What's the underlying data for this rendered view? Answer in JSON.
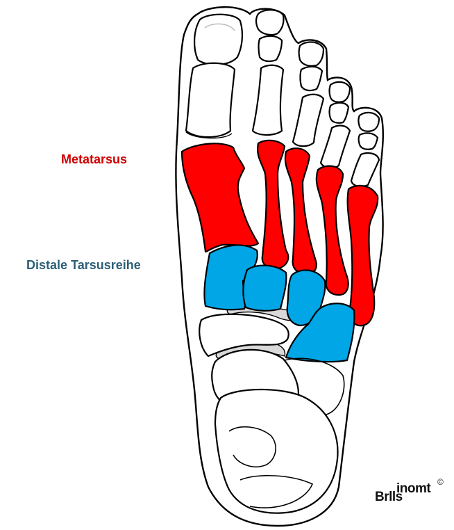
{
  "labels": {
    "metatarsus": "Metatarsus",
    "distal_tarsal_row": "Distale Tarsusreihe"
  },
  "logo": {
    "line1": "inomt",
    "line2": "Brlls",
    "copyright": "©"
  },
  "colors": {
    "metatarsus": "#ff0000",
    "metatarsus_label": "#cc0000",
    "distal_tarsal_row": "#00a6e6",
    "distal_tarsal_label": "#2c5f78",
    "joint_cartilage": "#d9d9d9",
    "bone_outline": "#000000",
    "bone_fill": "#ffffff"
  }
}
